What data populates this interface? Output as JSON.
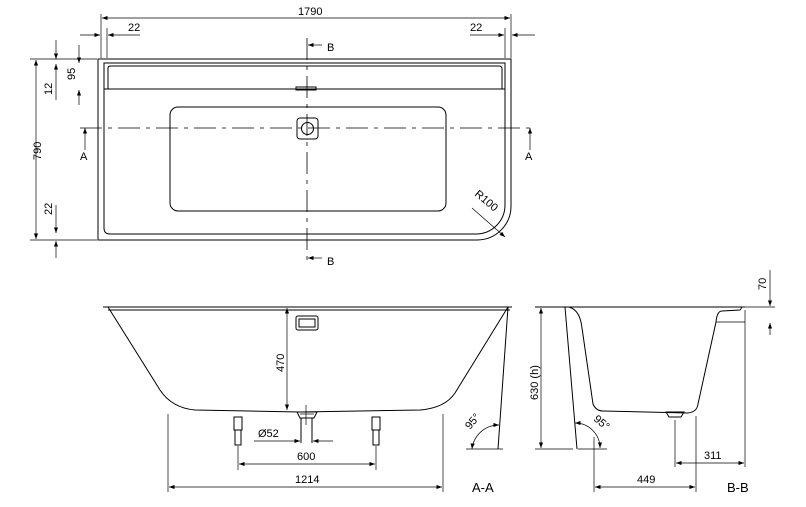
{
  "plan": {
    "width": "1790",
    "rim_left": "22",
    "rim_right": "22",
    "depth": "790",
    "shelf": "95",
    "shelf_gap": "12",
    "rim_bottom": "22",
    "radius": "R100",
    "section_a": "A",
    "section_b": "B"
  },
  "section_aa": {
    "label": "A-A",
    "depth": "470",
    "drain": "Ø52",
    "feet_spacing": "600",
    "base_length": "1214",
    "angle": "95°"
  },
  "section_bb": {
    "label": "B-B",
    "height": "630 (h)",
    "rim": "70",
    "drain_offset": "311",
    "base_width": "449",
    "angle": "95°"
  }
}
